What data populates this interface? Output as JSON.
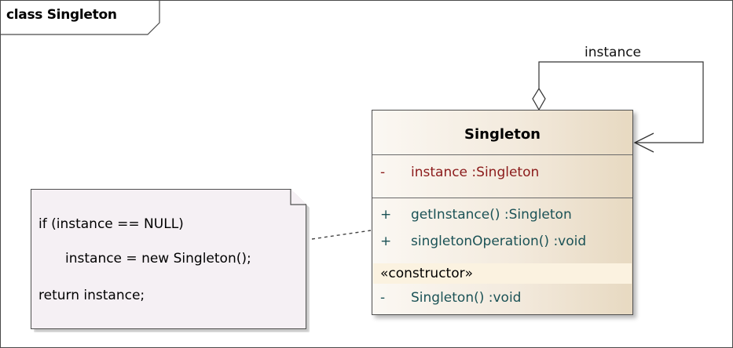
{
  "frame": {
    "title": "class Singleton"
  },
  "association": {
    "label": "instance"
  },
  "class": {
    "name": "Singleton",
    "attributes": [
      {
        "visibility": "-",
        "text": "instance  :Singleton"
      }
    ],
    "operations": [
      {
        "visibility": "+",
        "text": "getInstance()  :Singleton"
      },
      {
        "visibility": "+",
        "text": "singletonOperation()  :void"
      }
    ],
    "stereotype": "«constructor»",
    "constructors": [
      {
        "visibility": "-",
        "text": "Singleton()  :void"
      }
    ]
  },
  "note": {
    "lines": [
      "if (instance == NULL)",
      "instance = new Singleton();",
      "return instance;"
    ]
  },
  "colors": {
    "attribute_text": "#8b1a1a",
    "operation_text": "#1b5256",
    "class_fill": "#f3eadd",
    "note_fill": "#f5f0f4"
  }
}
